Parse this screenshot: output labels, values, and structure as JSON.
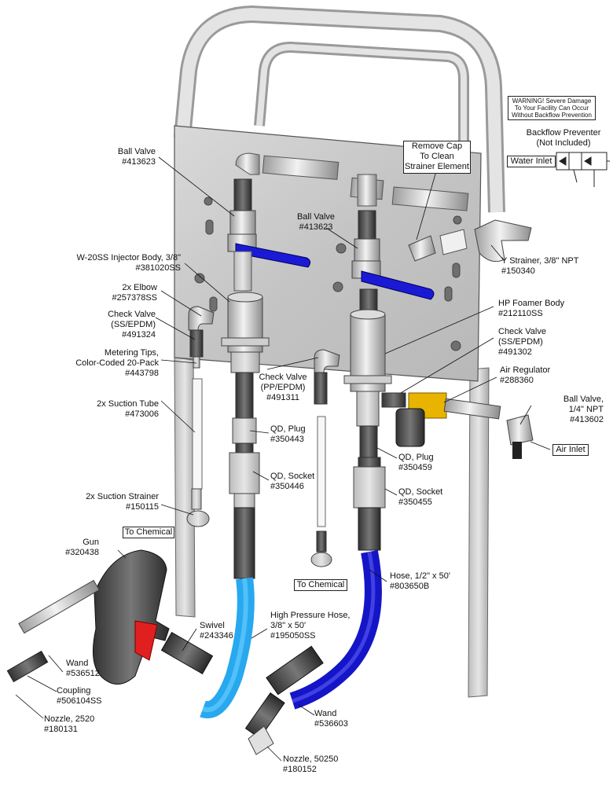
{
  "labels": {
    "ball_valve_left": {
      "line1": "Ball Valve",
      "line2": "#413623"
    },
    "ball_valve_center": {
      "line1": "Ball Valve",
      "line2": "#413623"
    },
    "injector_body": {
      "line1": "W-20SS Injector Body, 3/8\"",
      "line2": "#381020SS"
    },
    "elbow": {
      "line1": "2x Elbow",
      "line2": "#257378SS"
    },
    "check_valve_left": {
      "line1": "Check Valve",
      "line2": "(SS/EPDM)",
      "line3": "#491324"
    },
    "metering_tips": {
      "line1": "Metering Tips,",
      "line2": "Color-Coded 20-Pack",
      "line3": "#443798"
    },
    "suction_tube": {
      "line1": "2x Suction Tube",
      "line2": "#473006"
    },
    "suction_strainer": {
      "line1": "2x Suction Strainer",
      "line2": "#150115"
    },
    "check_valve_center": {
      "line1": "Check Valve",
      "line2": "(PP/EPDM)",
      "line3": "#491311"
    },
    "qd_plug_left": {
      "line1": "QD, Plug",
      "line2": "#350443"
    },
    "qd_socket_left": {
      "line1": "QD, Socket",
      "line2": "#350446"
    },
    "gun": {
      "line1": "Gun",
      "line2": "#320438"
    },
    "swivel": {
      "line1": "Swivel",
      "line2": "#243346"
    },
    "hp_hose": {
      "line1": "High Pressure Hose,",
      "line2": "3/8\" x 50'",
      "line3": "#195050SS"
    },
    "wand_left": {
      "line1": "Wand",
      "line2": "#536512"
    },
    "coupling": {
      "line1": "Coupling",
      "line2": "#506104SS"
    },
    "nozzle_2520": {
      "line1": "Nozzle, 2520",
      "line2": "#180131"
    },
    "remove_cap": {
      "line1": "Remove Cap",
      "line2": "To Clean",
      "line3": "Strainer Element"
    },
    "warning": {
      "line1": "WARNING! Severe Damage",
      "line2": "To Your Facility Can Occur",
      "line3": "Without Backflow Prevention"
    },
    "backflow": {
      "line1": "Backflow Preventer",
      "line2": "(Not Included)"
    },
    "water_inlet": "Water Inlet",
    "y_strainer": {
      "line1": "Y Strainer, 3/8\" NPT",
      "line2": "#150340"
    },
    "hp_foamer": {
      "line1": "HP Foamer Body",
      "line2": "#212110SS"
    },
    "check_valve_right": {
      "line1": "Check Valve",
      "line2": "(SS/EPDM)",
      "line3": "#491302"
    },
    "air_regulator": {
      "line1": "Air Regulator",
      "line2": "#288360"
    },
    "ball_valve_quarter": {
      "line1": "Ball Valve,",
      "line2": "1/4\" NPT",
      "line3": "#413602"
    },
    "air_inlet": "Air Inlet",
    "qd_plug_right": {
      "line1": "QD, Plug",
      "line2": "#350459"
    },
    "qd_socket_right": {
      "line1": "QD, Socket",
      "line2": "#350455"
    },
    "hose_half": {
      "line1": "Hose, 1/2\" x 50'",
      "line2": "#803650B"
    },
    "wand_right": {
      "line1": "Wand",
      "line2": "#536603"
    },
    "nozzle_50250": {
      "line1": "Nozzle, 50250",
      "line2": "#180152"
    },
    "to_chemical_left": "To Chemical",
    "to_chemical_center": "To Chemical"
  },
  "colors": {
    "handle_blue": "#1a1ad6",
    "hose_light_blue": "#27a8ef",
    "hose_dark_blue": "#1515c8",
    "trigger_red": "#e02020",
    "regulator_gold": "#e8b400",
    "steel": "#c9c9c9"
  }
}
